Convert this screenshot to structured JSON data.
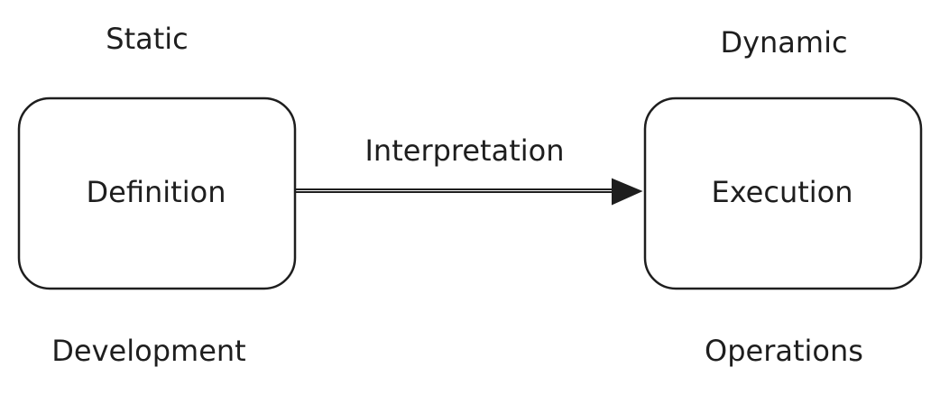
{
  "labels": {
    "static": "Static",
    "dynamic": "Dynamic",
    "development": "Development",
    "operations": "Operations"
  },
  "nodes": {
    "definition": "Definition",
    "execution": "Execution"
  },
  "edge": {
    "label": "Interpretation"
  },
  "colors": {
    "stroke": "#1e1e1e",
    "background": "#ffffff"
  }
}
